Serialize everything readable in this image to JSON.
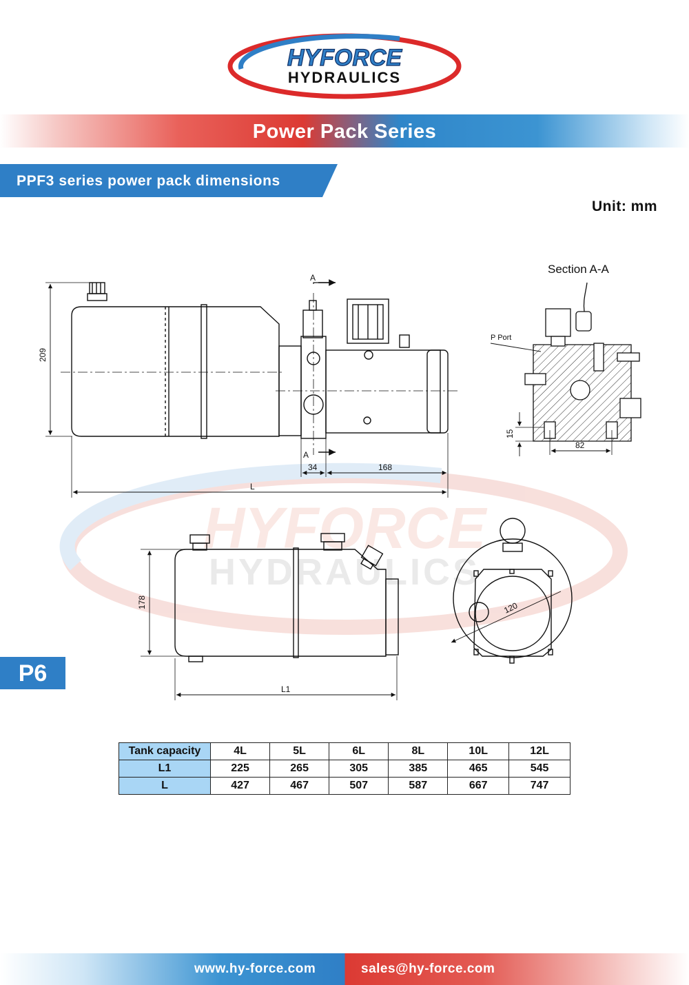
{
  "brand": {
    "line1": "HYFORCE",
    "line2": "HYDRAULICS",
    "red": "#dc2a2a",
    "blue": "#2f7fc6"
  },
  "header": {
    "banner_title": "Power Pack Series",
    "section_title": "PPF3 series power pack dimensions",
    "unit": "Unit: mm"
  },
  "page_label": "P6",
  "drawings": {
    "top_view": {
      "section_marker_top": "A",
      "section_marker_bottom": "A",
      "dim_height": "209",
      "dim_34": "34",
      "dim_168": "168",
      "dim_length": "L"
    },
    "section_view": {
      "title": "Section A-A",
      "port_label": "P Port",
      "dim_15": "15",
      "dim_82": "82"
    },
    "tank_side_view": {
      "dim_height": "178",
      "dim_length": "L1"
    },
    "tank_end_view": {
      "dim_diameter": "120"
    }
  },
  "table": {
    "rows": [
      {
        "label": "Tank capacity",
        "values": [
          "4L",
          "5L",
          "6L",
          "8L",
          "10L",
          "12L"
        ]
      },
      {
        "label": "L1",
        "values": [
          "225",
          "265",
          "305",
          "385",
          "465",
          "545"
        ]
      },
      {
        "label": "L",
        "values": [
          "427",
          "467",
          "507",
          "587",
          "667",
          "747"
        ]
      }
    ]
  },
  "footer": {
    "website": "www.hy-force.com",
    "email": "sales@hy-force.com"
  }
}
